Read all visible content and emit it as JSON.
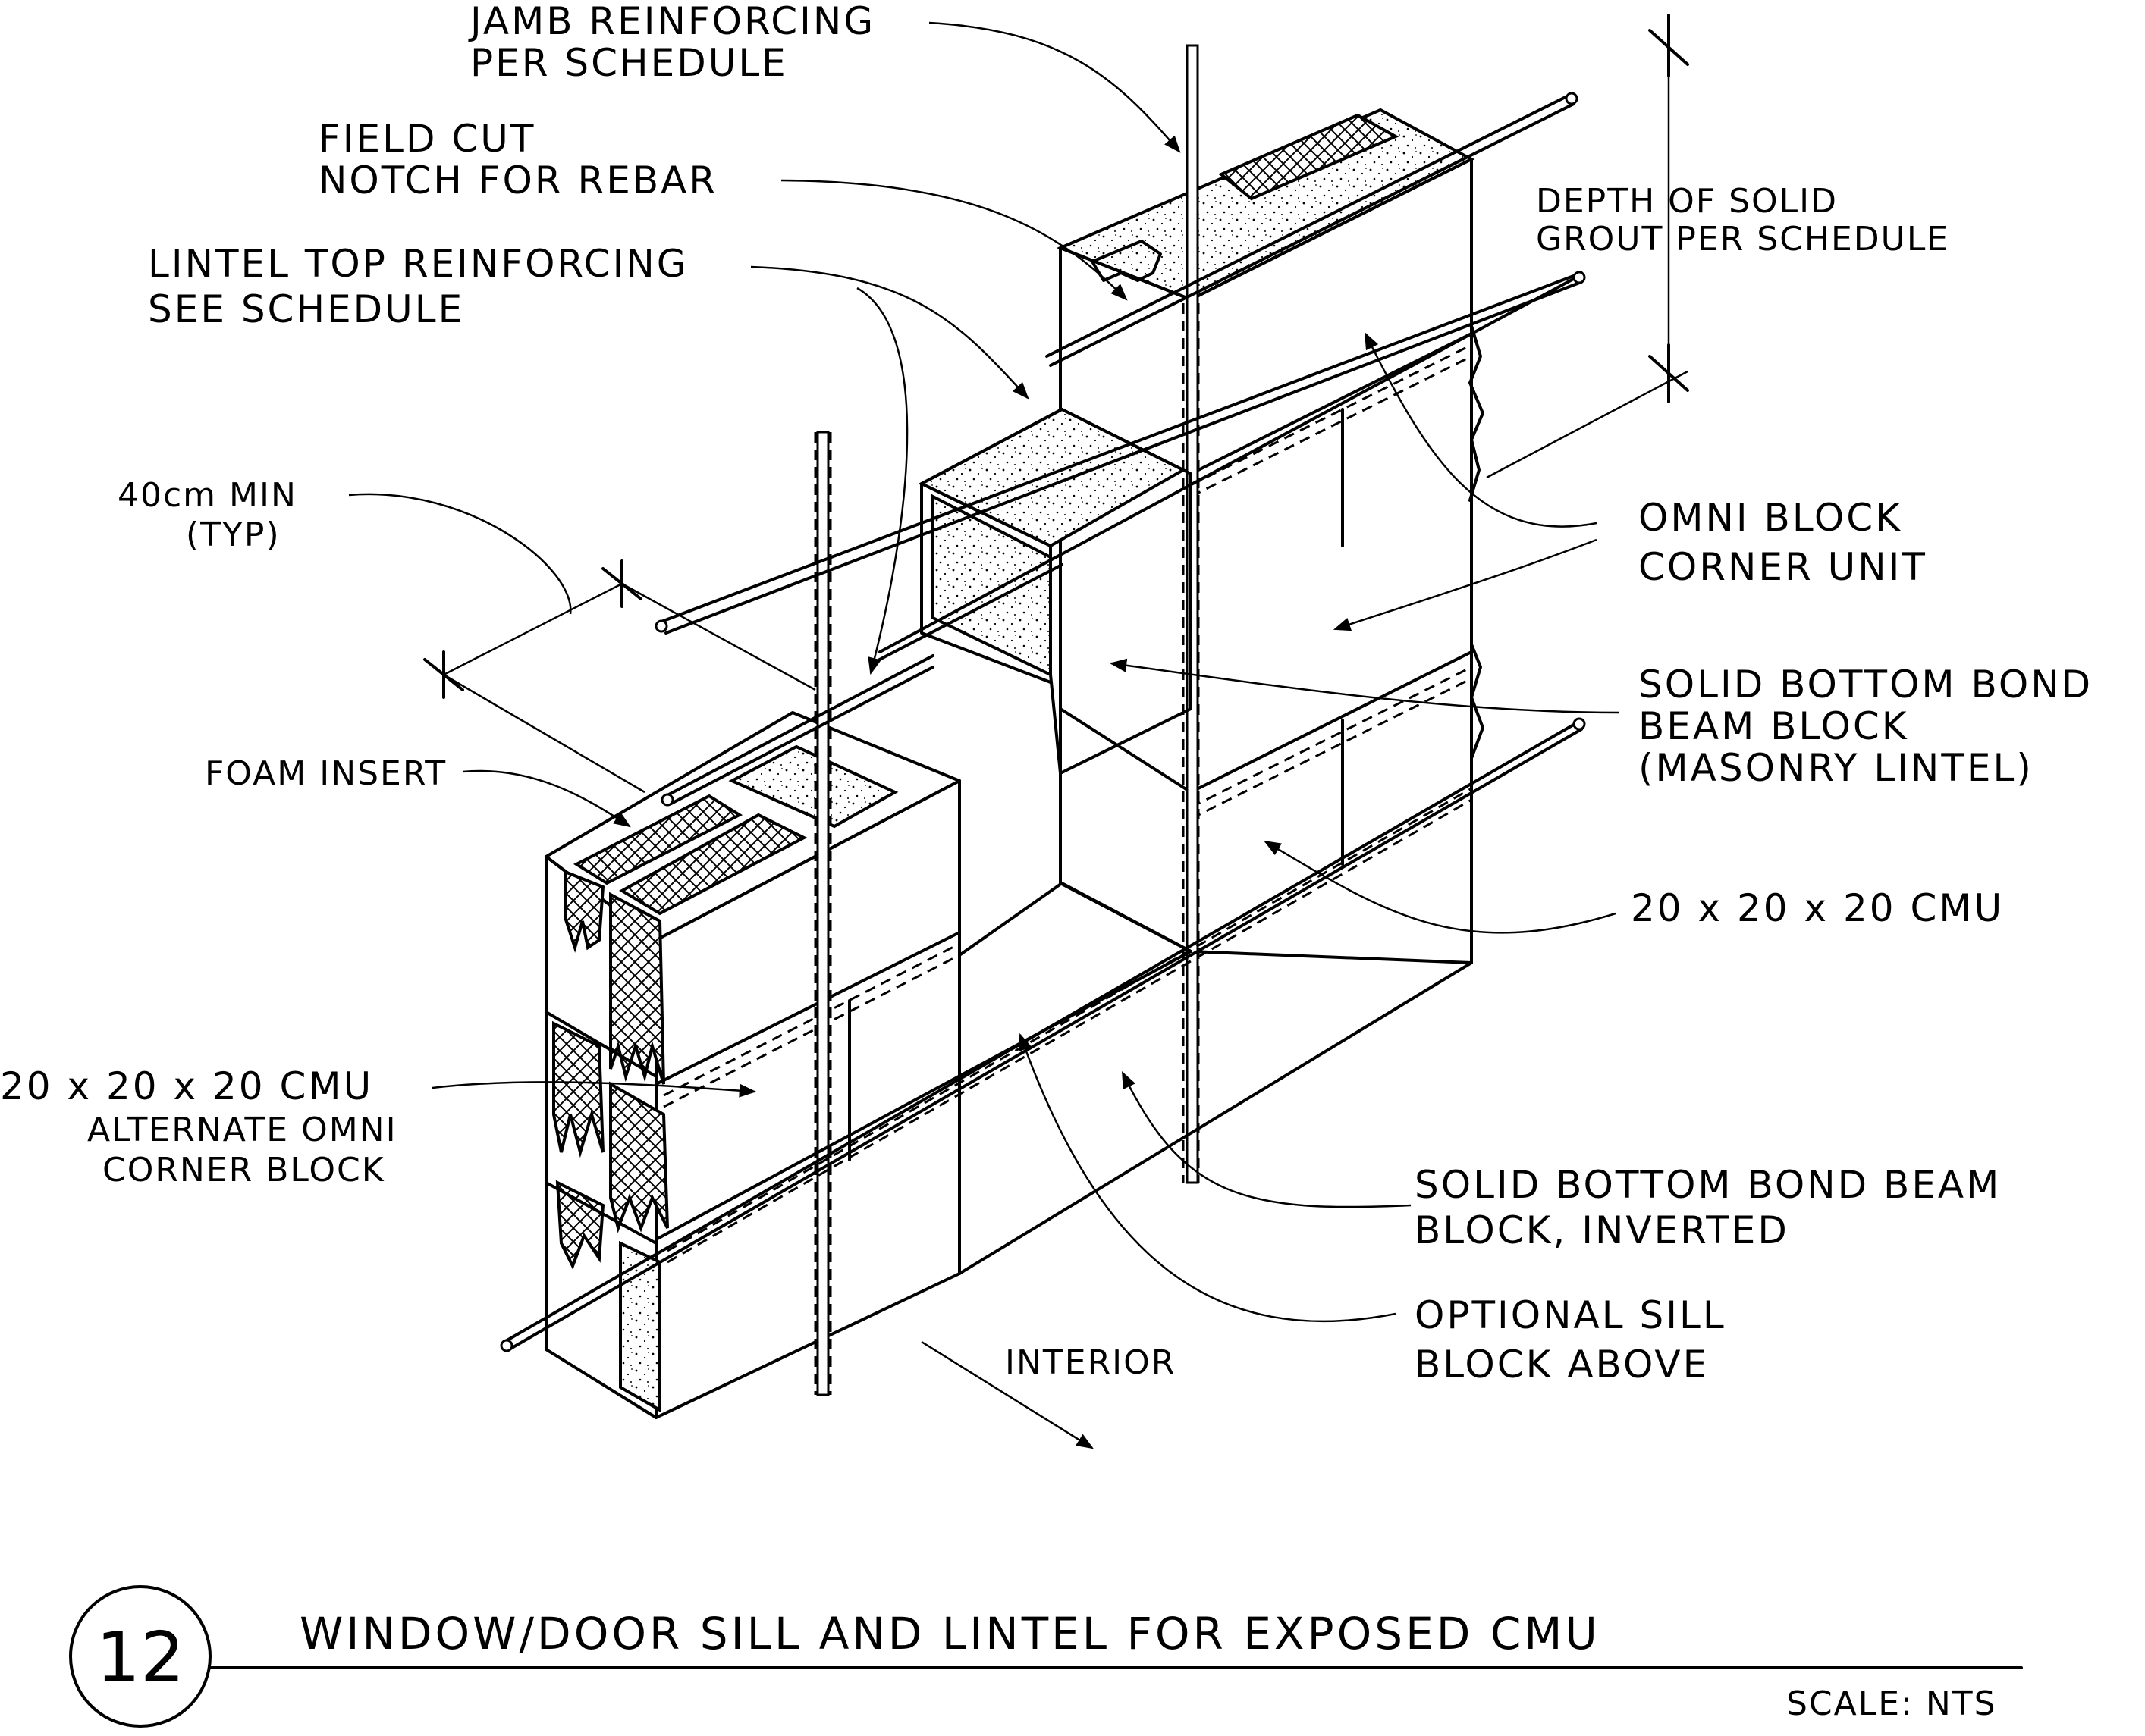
{
  "labels": {
    "jamb_reinforcing": [
      "JAMB REINFORCING",
      "PER SCHEDULE"
    ],
    "field_cut_notch": [
      "FIELD CUT",
      "NOTCH FOR REBAR"
    ],
    "lintel_top_reinforcing": [
      "LINTEL TOP REINFORCING",
      "SEE SCHEDULE"
    ],
    "min_spacing": [
      "40cm MIN",
      "(TYP)"
    ],
    "foam_insert": "FOAM INSERT",
    "cmu_alternate": [
      "20 x 20 x 20 CMU",
      "ALTERNATE OMNI",
      "CORNER BLOCK"
    ],
    "depth_of_grout": [
      "DEPTH OF SOLID",
      "GROUT PER SCHEDULE"
    ],
    "omni_block": [
      "OMNI BLOCK",
      "CORNER UNIT"
    ],
    "solid_bottom_bond_beam": [
      "SOLID BOTTOM BOND",
      "BEAM BLOCK",
      "(MASONRY LINTEL)"
    ],
    "cmu_main": "20 x 20 x 20 CMU",
    "solid_bottom_inverted": [
      "SOLID BOTTOM BOND BEAM",
      "BLOCK, INVERTED"
    ],
    "optional_sill": [
      "OPTIONAL SILL",
      "BLOCK ABOVE"
    ],
    "interior": "INTERIOR"
  },
  "title_block": {
    "detail_number": "12",
    "title": "WINDOW/DOOR SILL AND LINTEL FOR EXPOSED CMU",
    "scale": "SCALE: NTS"
  },
  "colors": {
    "line": "#000000",
    "background": "#ffffff"
  }
}
